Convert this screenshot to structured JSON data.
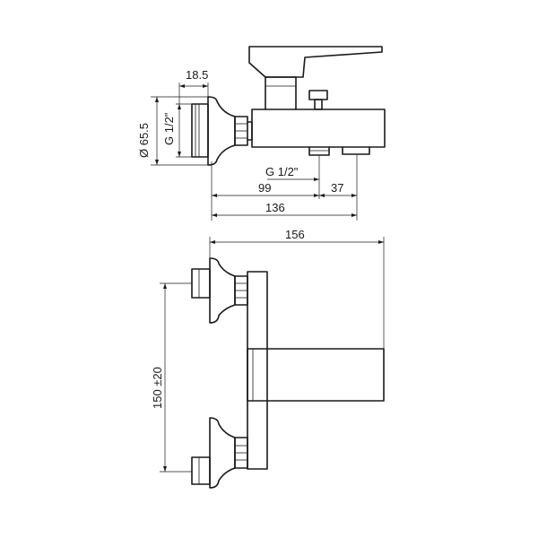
{
  "dimensions": {
    "side_thread_width": "18.5",
    "side_diameter": "Ø 65.5",
    "side_inlet_thread": "G 1/2\"",
    "outlet_thread": "G 1/2\"",
    "inlet_to_outlet": "99",
    "outlet_offset": "37",
    "side_depth": "136",
    "top_depth": "156",
    "inlet_spacing": "150 ±20"
  }
}
